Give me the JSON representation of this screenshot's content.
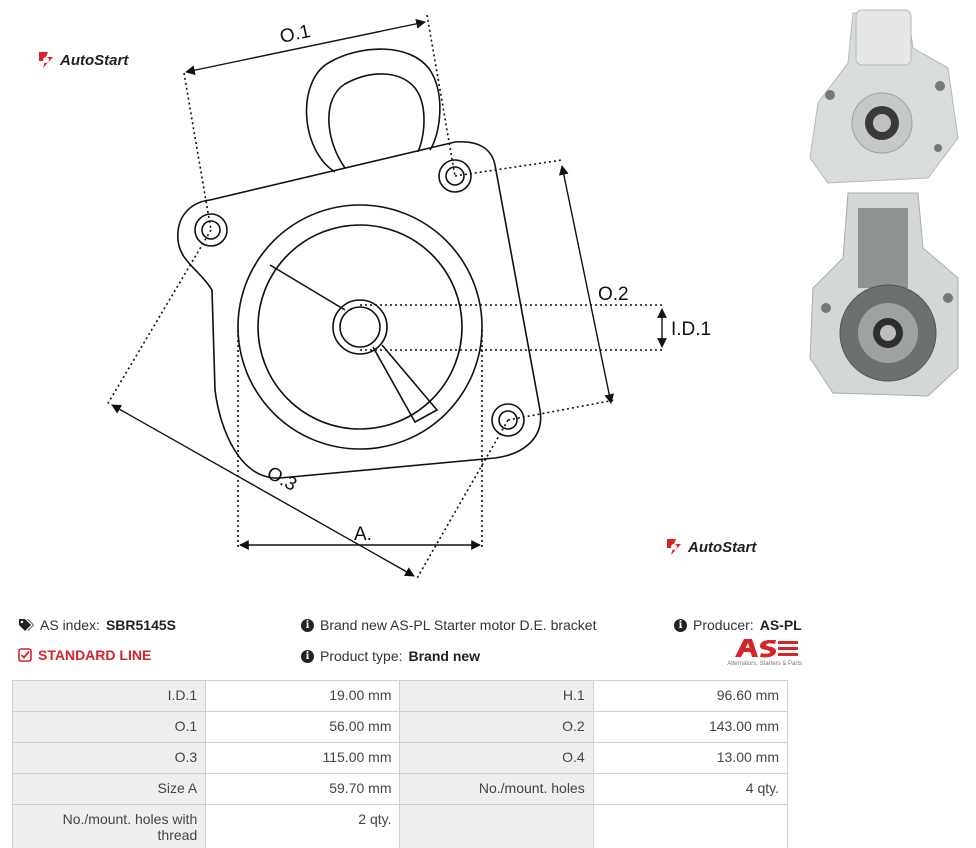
{
  "drawing": {
    "dimensions": {
      "o1": "O.1",
      "o2": "O.2",
      "o3": "O.3",
      "id1": "I.D.1",
      "a": "A."
    }
  },
  "brand": {
    "logo_text": "AutoStart",
    "logo_text_bottom": "AutoStart"
  },
  "info": {
    "as_index_label": "AS index:",
    "as_index_value": "SBR5145S",
    "line_label": "STANDARD LINE",
    "description": "Brand new AS-PL Starter motor D.E. bracket",
    "product_type_label": "Product type:",
    "product_type_value": "Brand new",
    "producer_label": "Producer:",
    "producer_value": "AS-PL",
    "as_logo_tagline": "Alternators, Starters & Parts"
  },
  "specs": {
    "rows": [
      {
        "l1": "I.D.1",
        "v1": "19.00 mm",
        "l2": "H.1",
        "v2": "96.60 mm"
      },
      {
        "l1": "O.1",
        "v1": "56.00 mm",
        "l2": "O.2",
        "v2": "143.00 mm"
      },
      {
        "l1": "O.3",
        "v1": "115.00 mm",
        "l2": "O.4",
        "v2": "13.00 mm"
      },
      {
        "l1": "Size A",
        "v1": "59.70 mm",
        "l2": "No./mount. holes",
        "v2": "4 qty."
      },
      {
        "l1": "No./mount. holes with thread",
        "v1": "2 qty.",
        "l2": "",
        "v2": ""
      }
    ]
  },
  "colors": {
    "accent_red": "#d6242a",
    "label_bg": "#efefef",
    "border": "#d0d0d0"
  }
}
